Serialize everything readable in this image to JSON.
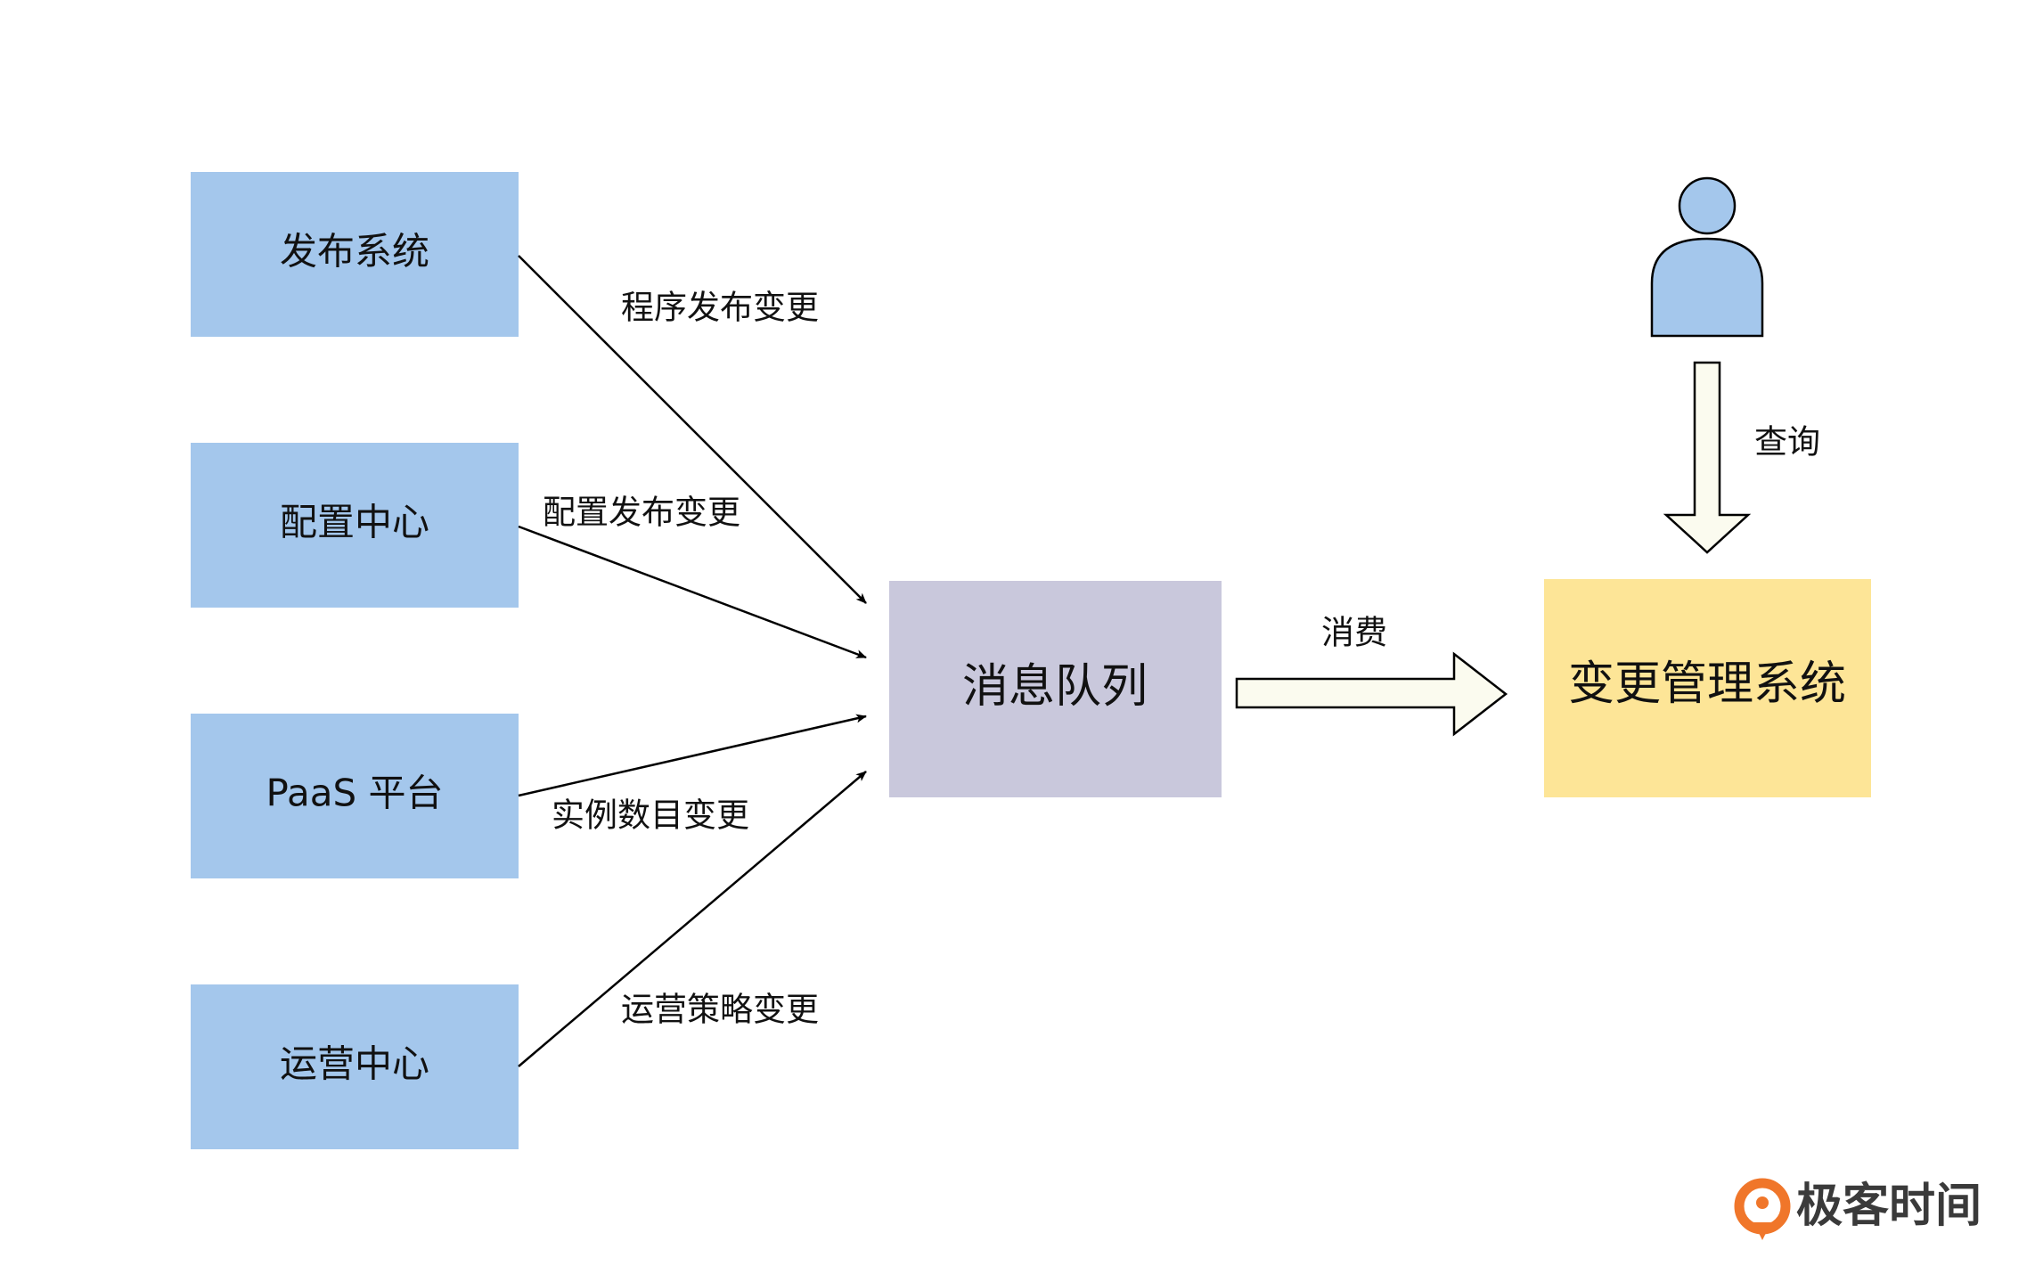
{
  "sources": [
    {
      "label": "发布系统"
    },
    {
      "label": "配置中心"
    },
    {
      "label": "PaaS 平台"
    },
    {
      "label": "运营中心"
    }
  ],
  "edges": [
    {
      "label": "程序发布变更"
    },
    {
      "label": "配置发布变更"
    },
    {
      "label": "实例数目变更"
    },
    {
      "label": "运营策略变更"
    }
  ],
  "queue": {
    "label": "消息队列"
  },
  "consume": {
    "label": "消费"
  },
  "target": {
    "label": "变更管理系统"
  },
  "query": {
    "label": "查询"
  },
  "brand": {
    "name": "极客时间"
  },
  "colors": {
    "source_fill": "#a4c7ec",
    "queue_fill": "#c9c8dc",
    "target_fill": "#fde597",
    "user_fill": "#a4c7ec",
    "block_arrow_fill": "#fbfbef",
    "brand_orange": "#f0762a",
    "brand_text": "#3a3a3a"
  },
  "icons": {
    "user": "user-icon",
    "brand": "geektime-logo-icon"
  }
}
